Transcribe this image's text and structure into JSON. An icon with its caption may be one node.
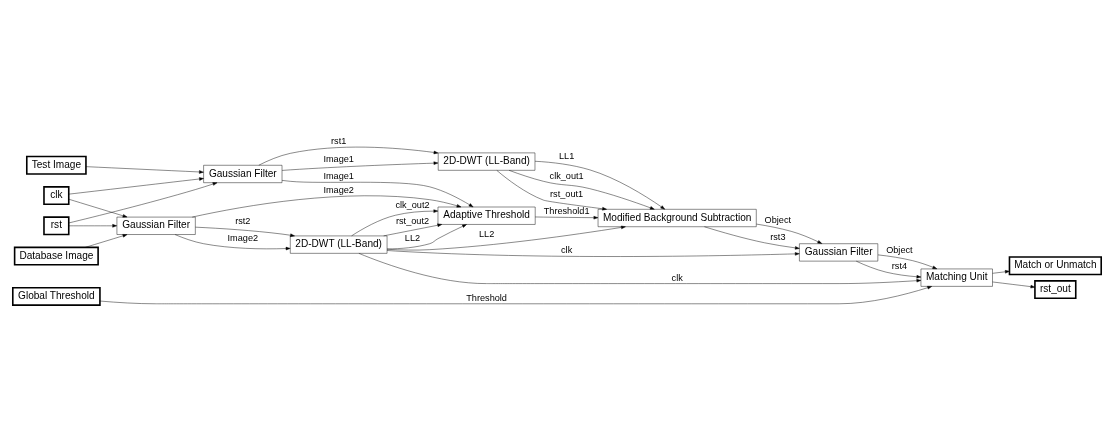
{
  "diagram": {
    "nodes": [
      {
        "text": [
          "Test Image"
        ]
      },
      {
        "text": [
          "clk"
        ]
      },
      {
        "text": [
          "rst"
        ]
      },
      {
        "text": [
          "Database Image"
        ]
      },
      {
        "text": [
          "Global Threshold"
        ]
      },
      {
        "text": [
          "Gaussian Filter"
        ]
      },
      {
        "text": [
          "Gaussian Filter"
        ]
      },
      {
        "text": [
          "2D-DWT (LL-Band)"
        ]
      },
      {
        "text": [
          "2D-DWT (LL-Band)"
        ]
      },
      {
        "text": [
          "Modified Background Subtraction"
        ]
      },
      {
        "text": [
          "Adaptive Threshold"
        ]
      },
      {
        "text": [
          "Gaussian Filter"
        ]
      },
      {
        "text": [
          "Matching Unit"
        ]
      },
      {
        "text": [
          "Match or Unmatch"
        ]
      },
      {
        "text": [
          "rst_out"
        ]
      }
    ],
    "edges": [
      {
        "from": 0,
        "to": 5,
        "arrow": "to"
      },
      {
        "from": 1,
        "to": 5,
        "arrow": "to"
      },
      {
        "from": 1,
        "to": 6,
        "arrow": "to"
      },
      {
        "from": 2,
        "to": 5,
        "arrow": "to"
      },
      {
        "from": 2,
        "to": 6,
        "arrow": "to"
      },
      {
        "from": 3,
        "to": 6,
        "arrow": "to"
      },
      {
        "from": 5,
        "to": 7,
        "arrow": "to",
        "label": "Image1"
      },
      {
        "from": 5,
        "to": 7,
        "arrow": "to",
        "label": "rst1"
      },
      {
        "from": 5,
        "to": 10,
        "arrow": "to",
        "label": "Image1"
      },
      {
        "from": 6,
        "to": 8,
        "arrow": "to",
        "label": "Image2"
      },
      {
        "from": 6,
        "to": 8,
        "arrow": "to",
        "label": "rst2"
      },
      {
        "from": 6,
        "to": 10,
        "arrow": "to",
        "label": "Image2"
      },
      {
        "from": 7,
        "to": 9,
        "arrow": "to",
        "label": "LL1"
      },
      {
        "from": 7,
        "to": 9,
        "arrow": "to",
        "label": "clk_out1"
      },
      {
        "from": 7,
        "to": 9,
        "arrow": "to",
        "label": "rst_out1"
      },
      {
        "from": 8,
        "to": 9,
        "arrow": "to",
        "label": "LL2"
      },
      {
        "from": 8,
        "to": 10,
        "arrow": "to",
        "label": "LL2"
      },
      {
        "from": 8,
        "to": 10,
        "arrow": "to",
        "label": "clk_out2"
      },
      {
        "from": 8,
        "to": 10,
        "arrow": "to",
        "label": "rst_out2"
      },
      {
        "from": 10,
        "to": 9,
        "arrow": "to",
        "label": "Threshold1"
      },
      {
        "from": 9,
        "to": 11,
        "arrow": "to",
        "label": "Object"
      },
      {
        "from": 9,
        "to": 11,
        "arrow": "to",
        "label": "rst3"
      },
      {
        "from": 8,
        "to": 11,
        "arrow": "to",
        "label": "clk"
      },
      {
        "from": 8,
        "to": 12,
        "arrow": "to",
        "label": "clk"
      },
      {
        "from": 11,
        "to": 12,
        "arrow": "to",
        "label": "Object"
      },
      {
        "from": 11,
        "to": 12,
        "arrow": "to",
        "label": "rst4"
      },
      {
        "from": 4,
        "to": 12,
        "arrow": "to",
        "label": "Threshold"
      },
      {
        "from": 12,
        "to": 13,
        "arrow": "to"
      },
      {
        "from": 12,
        "to": 14,
        "arrow": "to"
      }
    ]
  }
}
